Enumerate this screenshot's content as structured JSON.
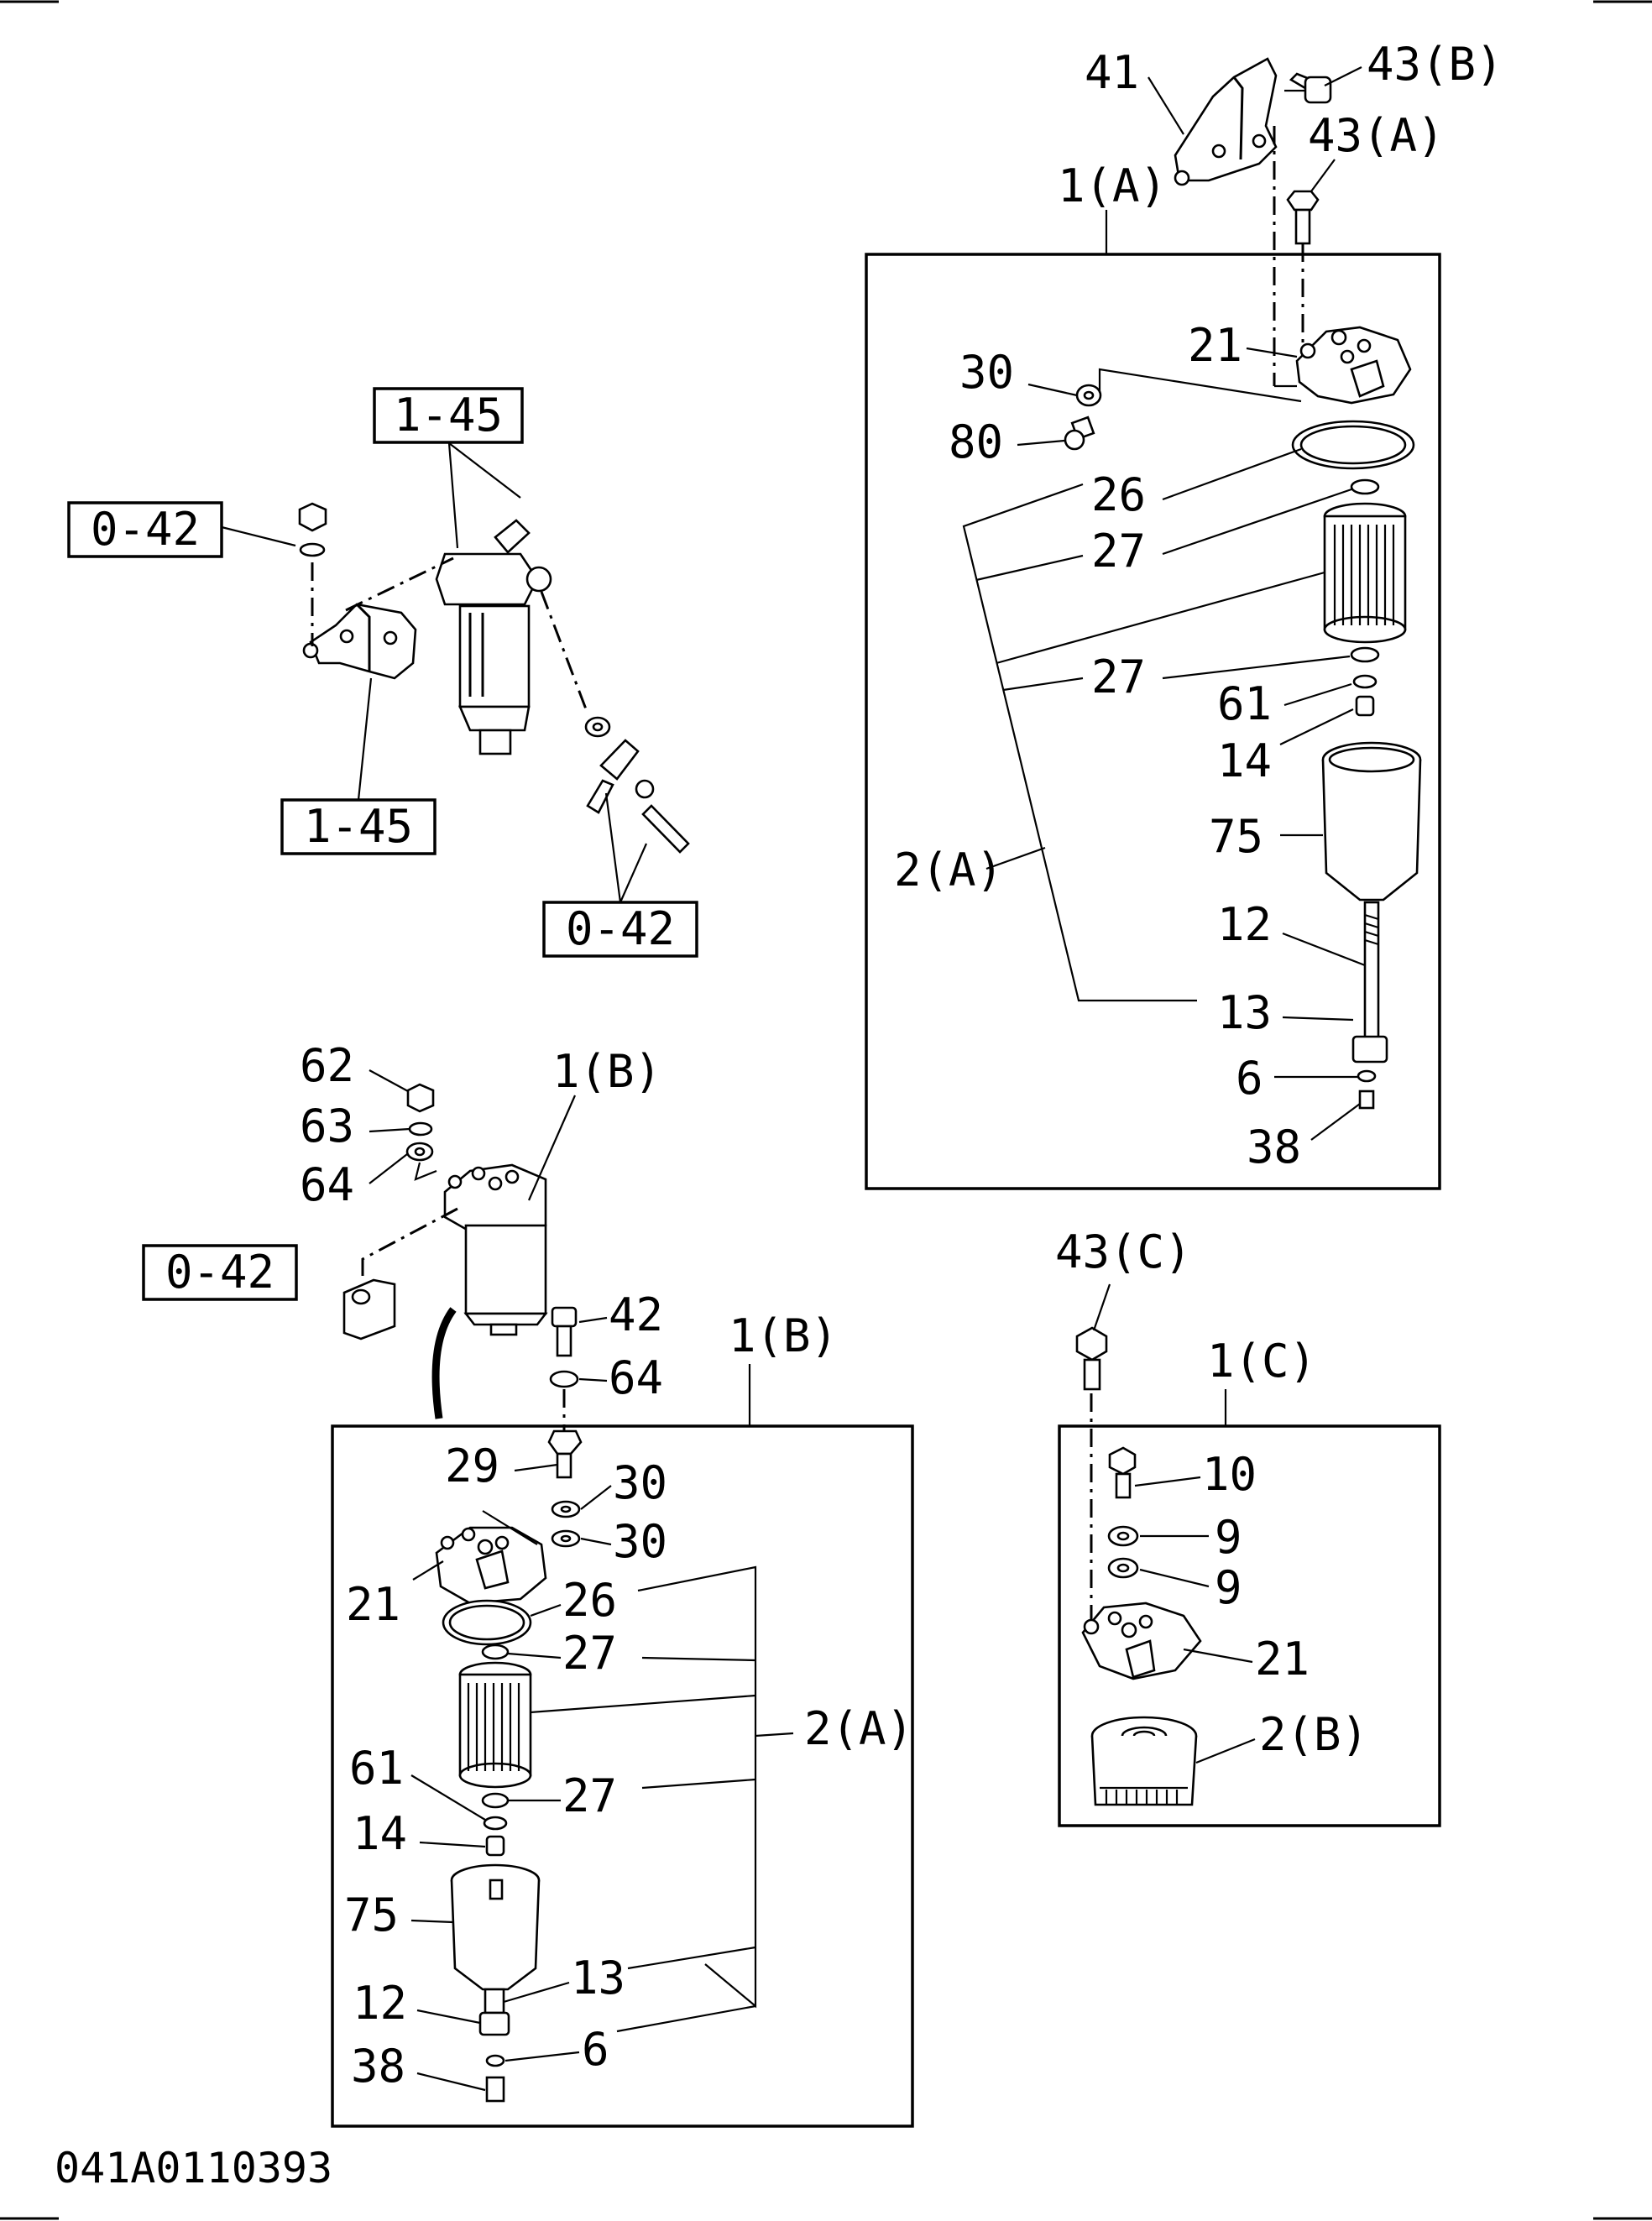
{
  "labels": {
    "p41": "41",
    "p43b": "43(B)",
    "p43a": "43(A)",
    "p1a": "1(A)",
    "a21": "21",
    "a30": "30",
    "a80": "80",
    "a26": "26",
    "a27a": "27",
    "a27b": "27",
    "a61": "61",
    "a14": "14",
    "a75": "75",
    "a2a": "2(A)",
    "a12": "12",
    "a13": "13",
    "a6": "6",
    "a38": "38",
    "b62": "62",
    "b63": "63",
    "b64": "64",
    "b1b": "1(B)",
    "b42": "42",
    "b64b": "64",
    "b1b2": "1(B)",
    "b29": "29",
    "b30a": "30",
    "b30b": "30",
    "b21": "21",
    "b26": "26",
    "b27a": "27",
    "b2a": "2(A)",
    "b61": "61",
    "b27b": "27",
    "b14": "14",
    "b75": "75",
    "b13": "13",
    "b12": "12",
    "b6": "6",
    "b38": "38",
    "c43c": "43(C)",
    "c1c": "1(C)",
    "c10": "10",
    "c9a": "9",
    "c9b": "9",
    "c21": "21",
    "c2b": "2(B)"
  },
  "refs": {
    "r145top": "1-45",
    "r042left": "0-42",
    "r145bottom": "1-45",
    "r042bottom": "0-42",
    "r042mid": "0-42"
  },
  "drawing_code": "041A0110393"
}
